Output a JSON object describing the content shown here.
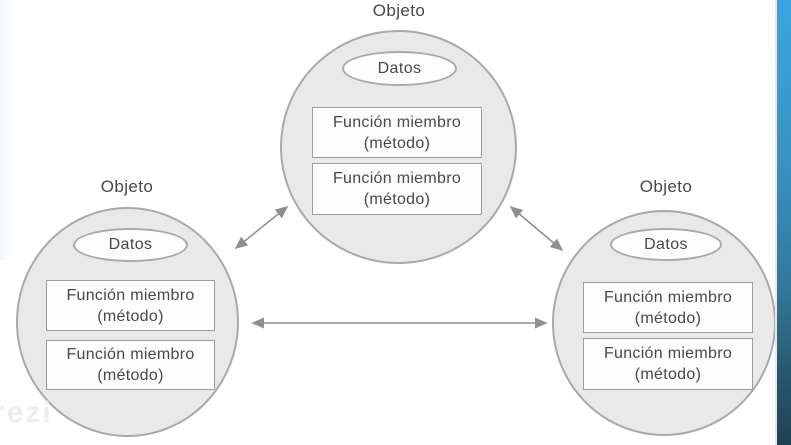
{
  "diagram": {
    "objects": [
      {
        "position": "top",
        "label": "Objeto",
        "data_label": "Datos",
        "methods": [
          {
            "line1": "Función miembro",
            "line2": "(método)"
          },
          {
            "line1": "Función miembro",
            "line2": "(método)"
          }
        ]
      },
      {
        "position": "left",
        "label": "Objeto",
        "data_label": "Datos",
        "methods": [
          {
            "line1": "Función miembro",
            "line2": "(método)"
          },
          {
            "line1": "Función miembro",
            "line2": "(método)"
          }
        ]
      },
      {
        "position": "right",
        "label": "Objeto",
        "data_label": "Datos",
        "methods": [
          {
            "line1": "Función miembro",
            "line2": "(método)"
          },
          {
            "line1": "Función miembro",
            "line2": "(método)"
          }
        ]
      }
    ],
    "connections": [
      {
        "from": "objeto-left",
        "to": "objeto-top",
        "type": "bidirectional-arrow"
      },
      {
        "from": "objeto-top",
        "to": "objeto-right",
        "type": "bidirectional-arrow"
      },
      {
        "from": "objeto-left",
        "to": "objeto-right",
        "type": "bidirectional-arrow"
      }
    ],
    "colors": {
      "circle_fill": "#e9e9e9",
      "circle_border": "#a9a9a9",
      "box_fill": "#fdfdfd",
      "box_border": "#9c9c9c",
      "text": "#484848",
      "arrow": "#8f8f8f",
      "stripe_top": "#3aa6df",
      "stripe_bottom": "#1f4152"
    }
  },
  "watermark": "rezi"
}
